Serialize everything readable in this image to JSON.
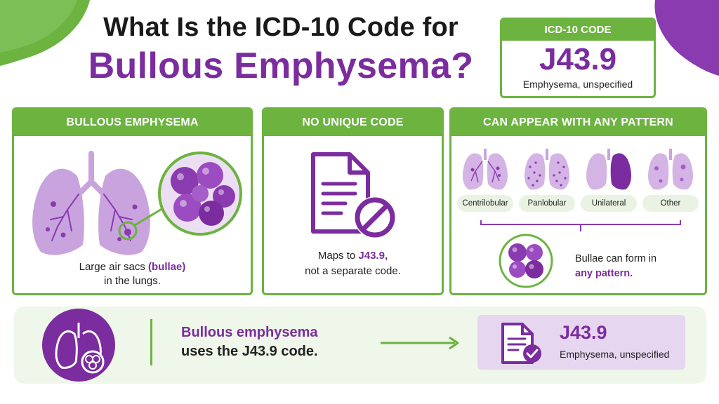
{
  "title": {
    "line1": "What Is the ICD-10 Code for",
    "line2": "Bullous Emphysema?"
  },
  "code_box": {
    "header": "ICD-10 CODE",
    "code": "J43.9",
    "description": "Emphysema, unspecified"
  },
  "panels": {
    "bullous": {
      "header": "BULLOUS EMPHYSEMA",
      "caption_pre": "Large air sacs ",
      "caption_accent": "(bullae)",
      "caption_post": "in the lungs.",
      "icons": [
        "lungs-icon",
        "bullae-magnified-icon"
      ]
    },
    "no_code": {
      "header": "NO UNIQUE CODE",
      "caption_pre": "Maps to ",
      "caption_accent": "J43.9,",
      "caption_post": "not a separate code.",
      "icons": [
        "document-icon",
        "prohibited-icon"
      ]
    },
    "patterns": {
      "header": "CAN APPEAR WITH ANY PATTERN",
      "items": [
        {
          "label": "Centrilobular"
        },
        {
          "label": "Panlobular"
        },
        {
          "label": "Unilateral"
        },
        {
          "label": "Other"
        }
      ],
      "caption_pre": "Bullae can form in",
      "caption_accent": "any pattern."
    }
  },
  "summary": {
    "text_accent": "Bullous emphysema",
    "text_pre": "uses the ",
    "text_code": "J43.9",
    "text_post": " code.",
    "card_code": "J43.9",
    "card_desc": "Emphysema, unspecified"
  },
  "colors": {
    "green": "#6cb33f",
    "purple": "#7b2c9e",
    "lavender": "#c9a3dd",
    "pale_green": "#eff6ea",
    "pale_purple": "#e7d6f0"
  }
}
